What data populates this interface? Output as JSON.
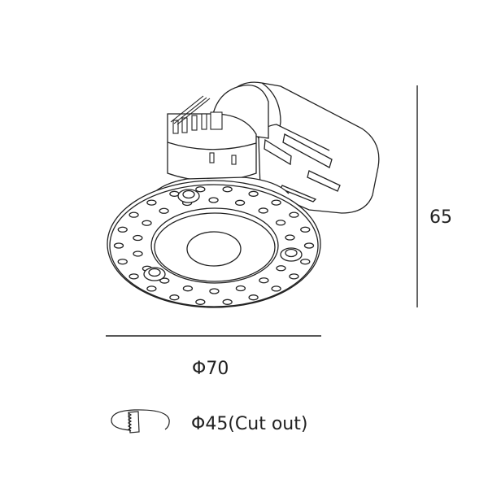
{
  "dimensions": {
    "diameter": "Φ70",
    "height": "65",
    "cutout": "Φ45(Cut out)"
  },
  "icons": {
    "product": "recessed-downlight-drawing",
    "cutout": "hole-saw-cutout-icon"
  }
}
